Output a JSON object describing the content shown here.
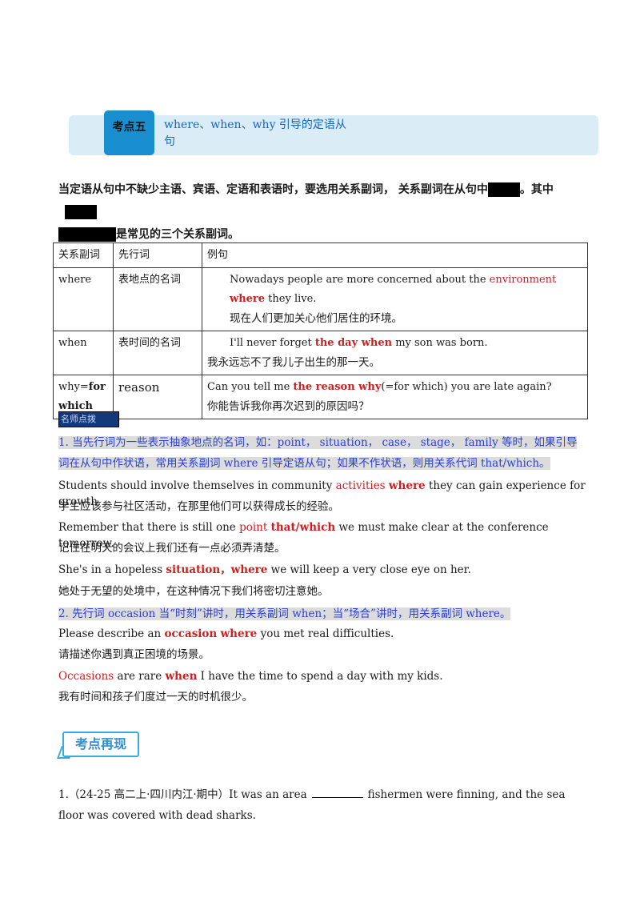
{
  "section": {
    "tag": "考点五",
    "title": "where、when、why 引导的定语从句"
  },
  "intro": {
    "text_a": "当定语从句中不缺少主语、宾语、定语和表语时，要选用关系副词， 关系副词在从句中",
    "text_b": "。其中",
    "text_c": "是常见的三个关系副词。"
  },
  "table": {
    "headers": [
      "关系副词",
      "先行词",
      "例句"
    ],
    "rows": [
      {
        "adverb": "where",
        "antecedent": "表地点的名词",
        "ex_before": "Nowadays people are more concerned about the ",
        "ex_red1": "environment",
        "ex_red2": "where",
        "ex_after": " they live.",
        "zh": "现在人们更加关心他们居住的环境。"
      },
      {
        "adverb": "when",
        "antecedent": "表时间的名词",
        "ex_before": "I'll never forget ",
        "ex_red1": "the day when",
        "ex_after": " my son was born.",
        "zh": "我永远忘不了我儿子出生的那一天。"
      },
      {
        "adverb_a": "why=",
        "adverb_b": "for",
        "adverb_c": "which",
        "antecedent": "reason",
        "ex_before": "Can you tell me ",
        "ex_red1": "the reason why",
        "ex_after": "(=for which) you are late again?",
        "zh": "你能告诉我你再次迟到的原因吗？"
      }
    ]
  },
  "tip_heading": "名师点拨",
  "note1": "1. 当先行词为一些表示抽象地点的名词，如：point， situation， case， stage， family 等时，如果引导词在从句中作状语，常用关系副词 where 引导定语从句；如果不作状语，则用关系代词 that/which。",
  "examples": [
    {
      "before": "Students should involve themselves in community ",
      "red1": "activities",
      "red2": "where",
      "after": " they can gain experience for growth.",
      "zh": "学生应该参与社区活动，在那里他们可以获得成长的经验。"
    },
    {
      "before": "Remember that there is still one ",
      "red1": "point",
      "red2": "that/which",
      "after": " we must make clear at the conference tomorrow.",
      "zh": "记住在明天的会议上我们还有一点必须弄清楚。"
    },
    {
      "before": "She's in a hopeless ",
      "red1": "situation，",
      "red2": "where",
      "after": " we will keep a very close eye on her.",
      "zh": "她处于无望的处境中，在这种情况下我们将密切注意她。"
    }
  ],
  "note2": "2. 先行词 occasion 当“时刻”讲时，用关系副词 when；当“场合”讲时，用关系副词 where。",
  "examples2": [
    {
      "before": "Please describe an ",
      "red1": "occasion",
      "red2": "where",
      "after": " you met real difficulties.",
      "zh": "请描述你遇到真正困境的场景。"
    },
    {
      "before": "",
      "red1": "Occasions",
      "mid": " are rare ",
      "red2": "when",
      "after": " I have the time to spend a day with my kids.",
      "zh": "我有时间和孩子们度过一天的时机很少。"
    }
  ],
  "badge": "考点再现",
  "question": {
    "prefix": "1.（24-25 高二上·四川内江·期中）It was an area",
    "suffix": "fishermen were finning, and the sea floor was covered with dead sharks."
  }
}
